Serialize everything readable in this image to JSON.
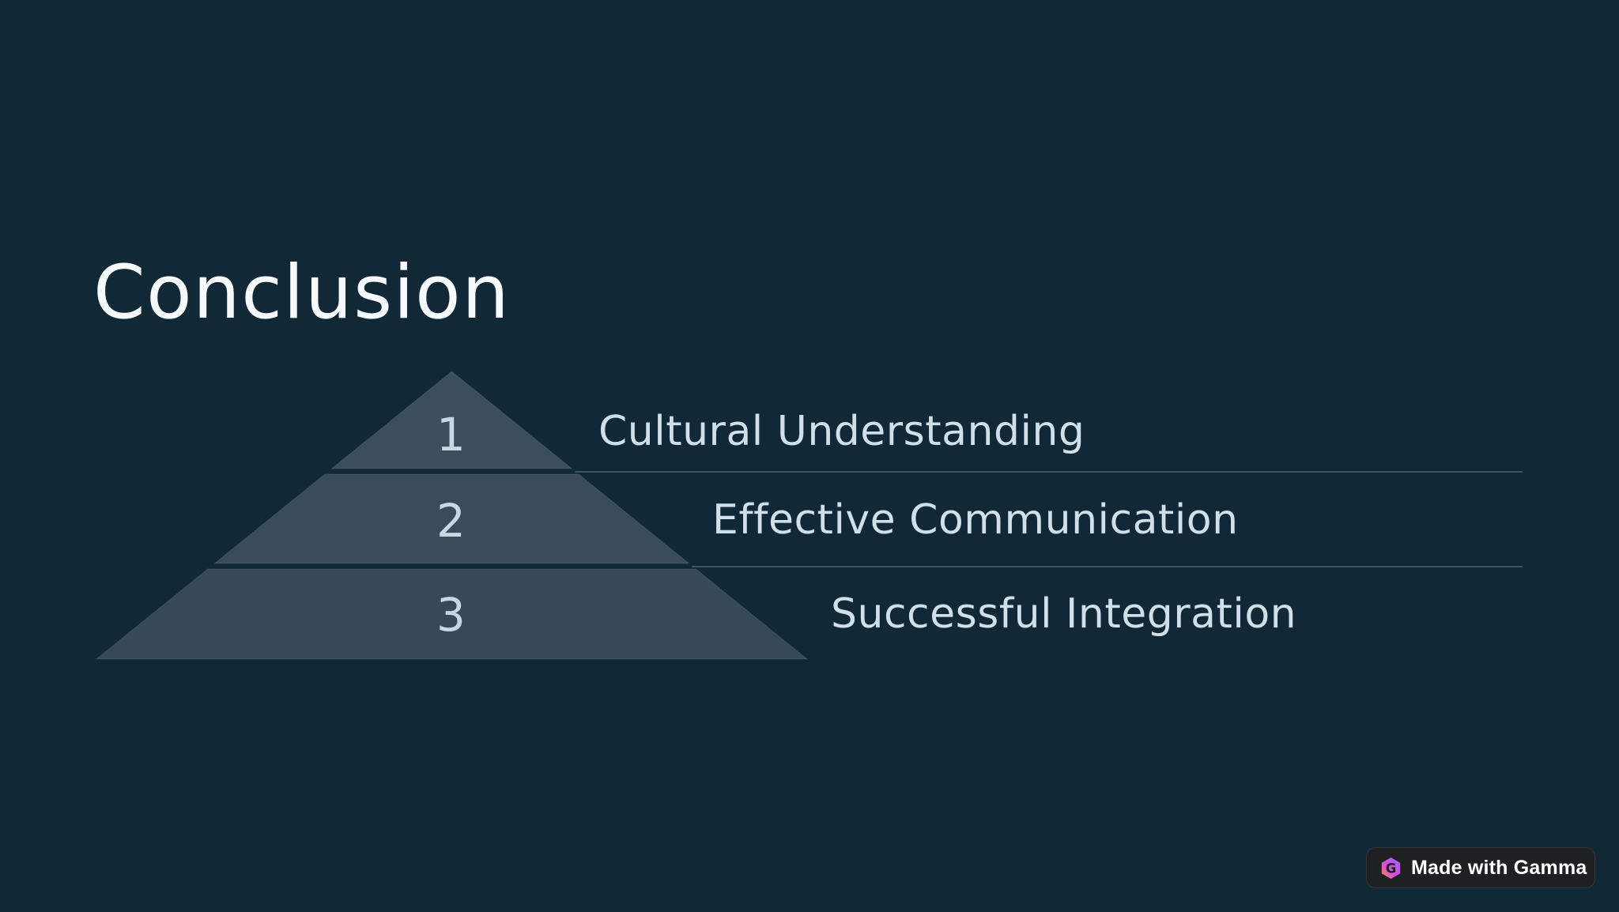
{
  "slide": {
    "title": "Conclusion",
    "background_color": "#112836",
    "title_color": "#f7fafc"
  },
  "pyramid": {
    "levels": [
      {
        "number": "1",
        "label": "Cultural Understanding"
      },
      {
        "number": "2",
        "label": "Effective Communication"
      },
      {
        "number": "3",
        "label": "Successful Integration"
      }
    ],
    "tier_colors": [
      "#3b4e5d",
      "#384c5b",
      "#354958"
    ],
    "tier_edge_color": "rgba(255,255,255,0.10)",
    "number_color": "#c6d8e3",
    "label_color": "#cfe0ea",
    "divider_color": "rgba(163,190,204,0.30)"
  },
  "badge": {
    "label": "Made with Gamma",
    "icon": "gamma-logo-icon",
    "background_color": "#202022",
    "text_color": "#ffffff",
    "logo_gradient": [
      "#a060fa",
      "#d34ee0",
      "#f2875c"
    ]
  }
}
